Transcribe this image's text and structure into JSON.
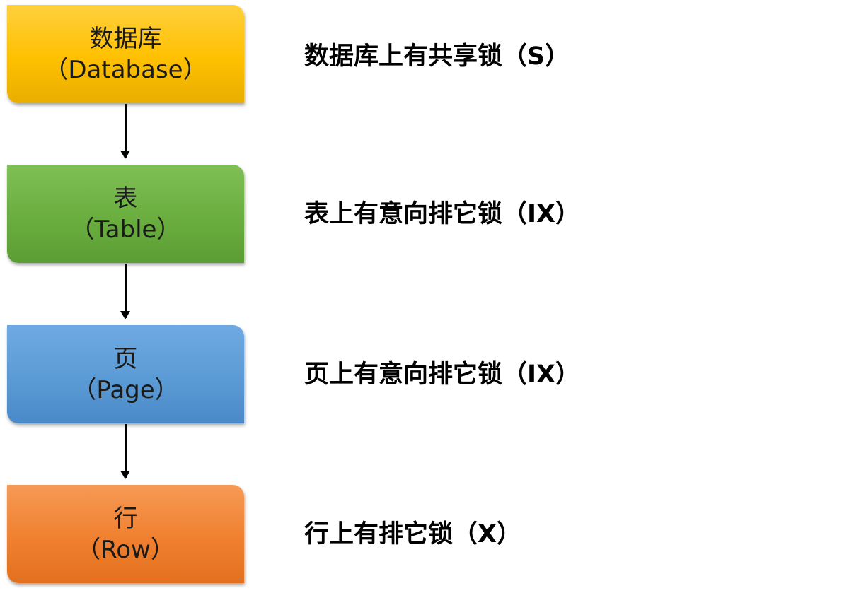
{
  "levels": [
    {
      "name": "数据库",
      "english": "（Database）",
      "lock": "数据库上有共享锁（S）"
    },
    {
      "name": "表",
      "english": "（Table）",
      "lock": "表上有意向排它锁（IX）"
    },
    {
      "name": "页",
      "english": "（Page）",
      "lock": "页上有意向排它锁（IX）"
    },
    {
      "name": "行",
      "english": "（Row）",
      "lock": "行上有排它锁（X）"
    }
  ],
  "colors": {
    "database": "#ffc000",
    "table": "#70ad47",
    "page": "#5b9bd5",
    "row": "#ed7d31",
    "arrow": "#000000"
  }
}
